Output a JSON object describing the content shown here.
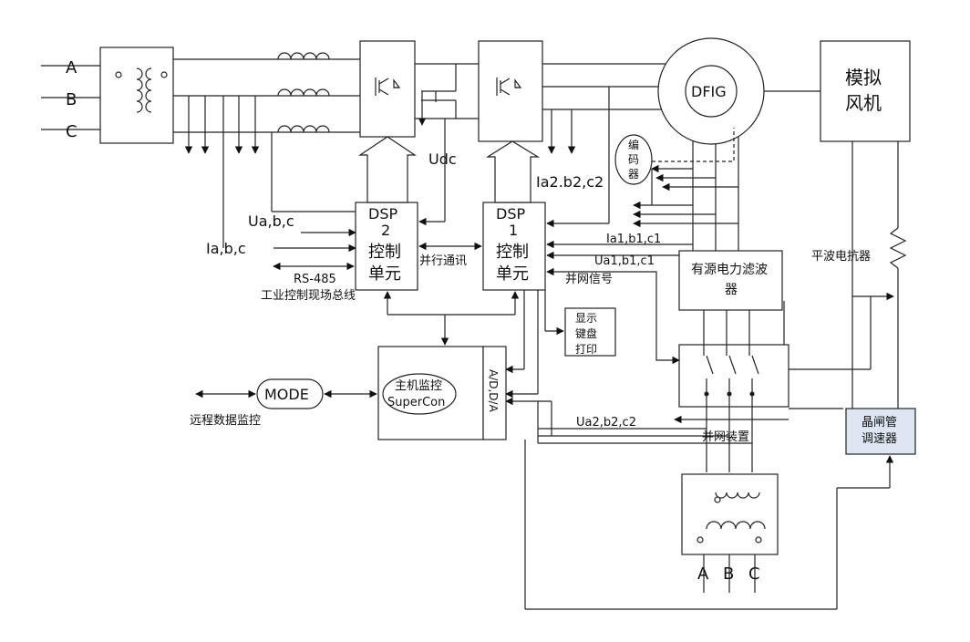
{
  "labels": {
    "phase_a": "A",
    "phase_b": "B",
    "phase_c": "C",
    "udc": "Udc",
    "ia2": "Ia2.b2,c2",
    "ua": "Ua,b,c",
    "ia": "Ia,b,c",
    "rs485": "RS-485",
    "fieldbus": "工业控制现场总线",
    "parallel_comm": "并行通讯",
    "ia1": "Ia1,b1,c1",
    "ua1": "Ua1,b1,c1",
    "grid_signal": "并网信号",
    "ua2": "Ua2,b2,c2",
    "grid_device": "并网装置",
    "remote_monitor": "远程数据监控",
    "smoothing_reactor": "平波电抗器",
    "bottom_a": "A",
    "bottom_b": "B",
    "bottom_c": "C"
  },
  "blocks": {
    "dsp2": {
      "line1": "DSP",
      "line2": "2",
      "line3": "控制",
      "line4": "单元"
    },
    "dsp1": {
      "line1": "DSP",
      "line2": "1",
      "line3": "控制",
      "line4": "单元"
    },
    "dfig": "DFIG",
    "wind_sim": {
      "line1": "模拟",
      "line2": "风机"
    },
    "encoder": {
      "line1": "编",
      "line2": "码",
      "line3": "器"
    },
    "apf": {
      "line1": "有源电力滤波",
      "line2": "器"
    },
    "display": {
      "line1": "显示",
      "line2": "键盘",
      "line3": "打印"
    },
    "host": {
      "line1": "主机监控",
      "line2": "SuperCon"
    },
    "adda": "A/D,D/A",
    "mode": "MODE",
    "thyristor": {
      "line1": "晶闸管",
      "line2": "调速器"
    }
  }
}
